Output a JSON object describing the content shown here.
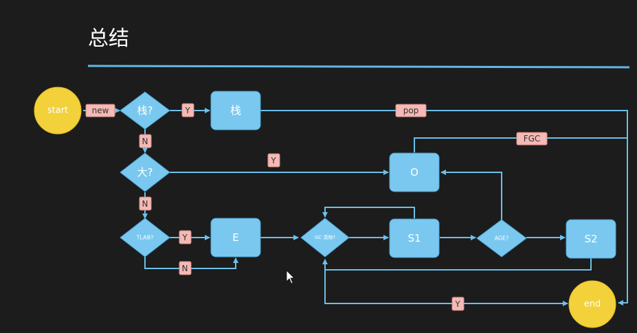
{
  "title": "总结",
  "colors": {
    "background": "#1c1c1c",
    "node_fill": "#7ac8ef",
    "terminal_fill": "#f2d13a",
    "edge": "#6cc0ea",
    "label_fill": "#f5b9b6"
  },
  "nodes": {
    "start": "start",
    "is_stack": "栈?",
    "stack": "栈",
    "is_big": "大?",
    "old": "O",
    "tlab": "TLAB?",
    "eden": "E",
    "gc_clear": "GC 清除?",
    "s1": "S1",
    "age": "AGE?",
    "s2": "S2",
    "end": "end"
  },
  "edge_labels": {
    "new": "new",
    "stack_yes": "Y",
    "pop": "pop",
    "stack_no": "N",
    "big_yes": "Y",
    "fgc": "FGC",
    "big_no": "N",
    "tlab_yes": "Y",
    "tlab_no": "N",
    "gc_yes": "Y"
  }
}
